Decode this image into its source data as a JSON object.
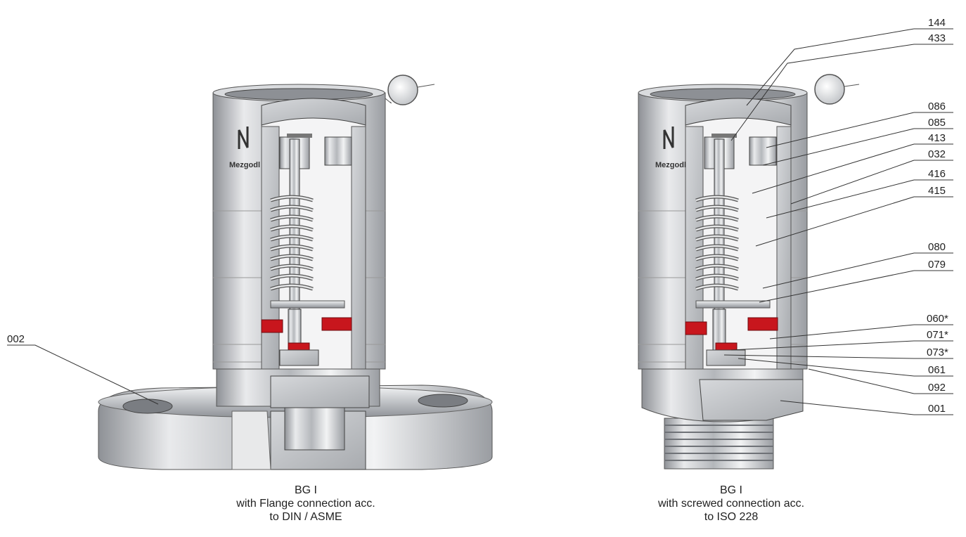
{
  "left_valve": {
    "caption": [
      "BG I",
      "with Flange connection acc.",
      "to  DIN / ASME"
    ],
    "part_labels": [
      "002"
    ]
  },
  "right_valve": {
    "caption": [
      "BG I",
      "with screwed connection acc.",
      "to ISO 228"
    ],
    "part_labels": [
      "144",
      "433",
      "086",
      "085",
      "413",
      "032",
      "416",
      "415",
      "080",
      "079",
      "060*",
      "071*",
      "073*",
      "061",
      "092",
      "001"
    ]
  },
  "logo_text": "Mezgodl",
  "colors": {
    "seal": "#c8161d",
    "steel": "#c9ccd0",
    "line": "#333333"
  }
}
